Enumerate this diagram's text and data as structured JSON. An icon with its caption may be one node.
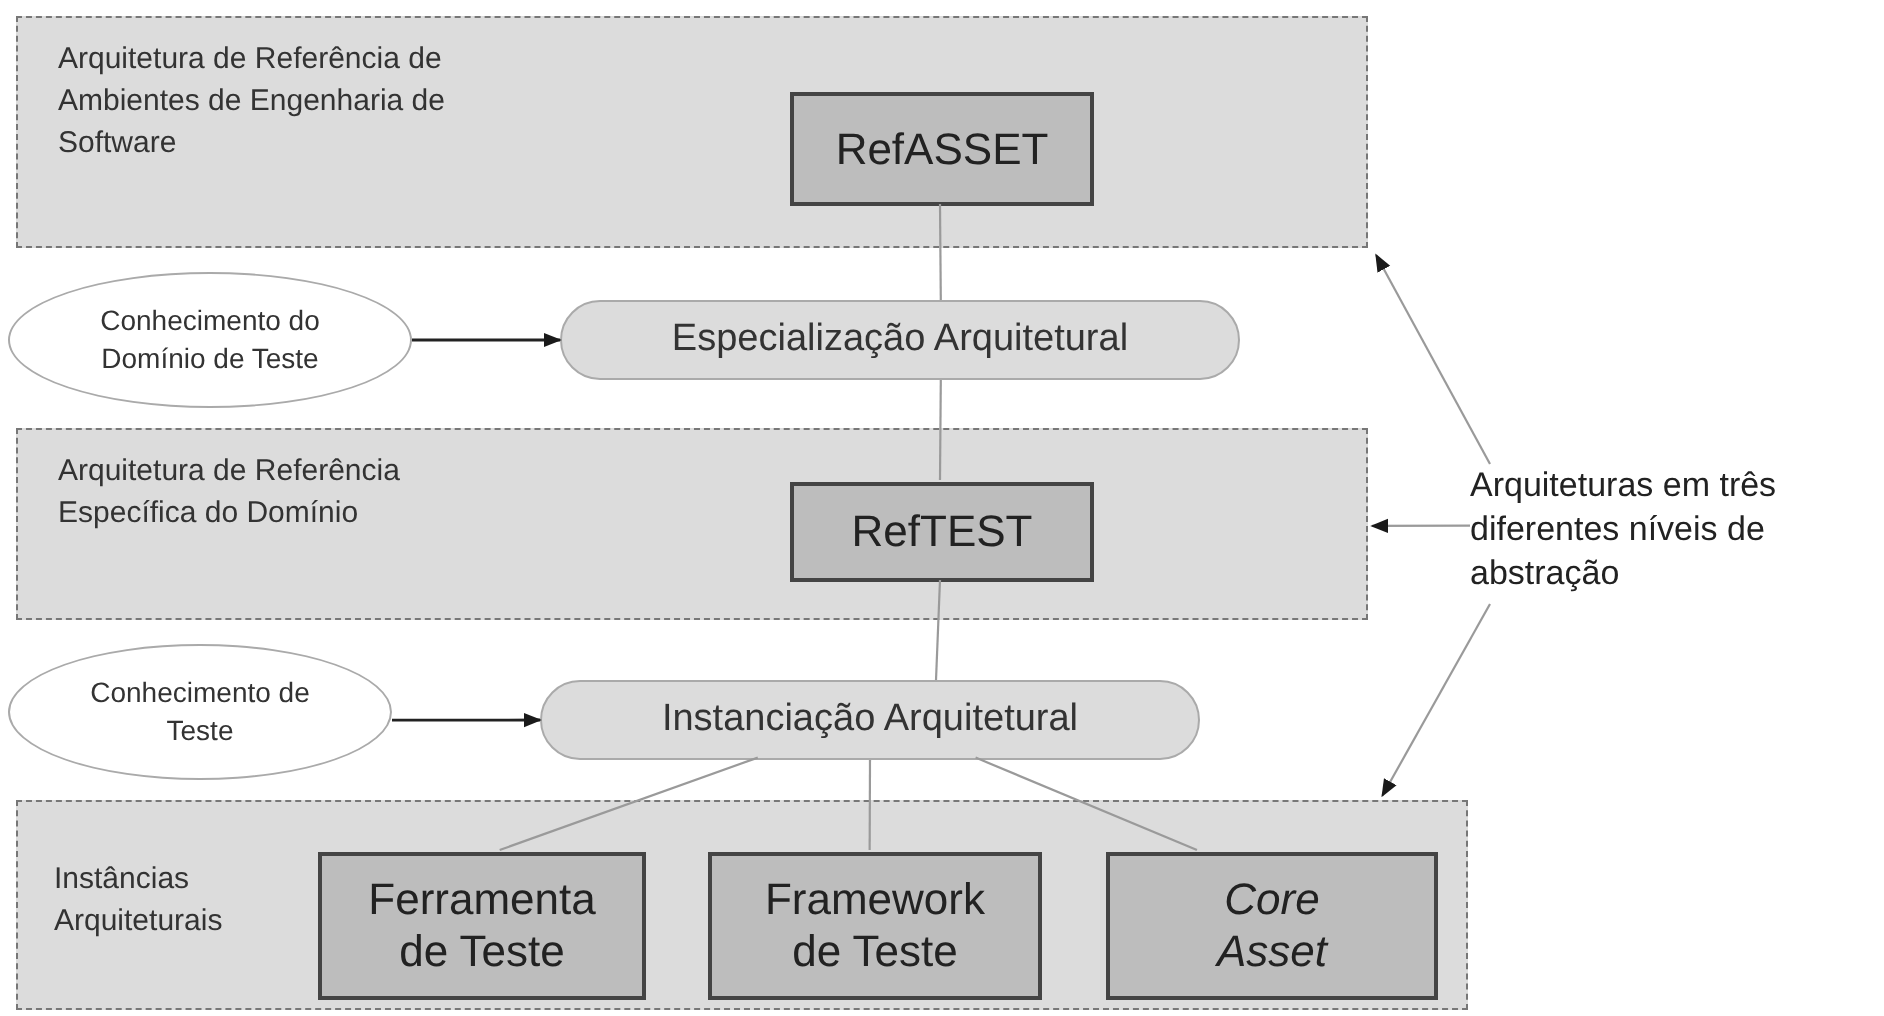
{
  "diagram": {
    "nodes": [
      {
        "text": [
          "Arquitetura de Referência de Ambientes de Engenharia de Software"
        ]
      },
      {
        "text": [
          "RefASSET"
        ],
        "in": 0
      },
      {
        "text": [
          "Conhecimento do Domínio de Teste"
        ]
      },
      {
        "text": [
          "Especialização Arquitetural"
        ]
      },
      {
        "text": [
          "Arquitetura de Referência Específica do Domínio"
        ]
      },
      {
        "text": [
          "RefTEST"
        ],
        "in": 4
      },
      {
        "text": [
          "Conhecimento de Teste"
        ]
      },
      {
        "text": [
          "Instanciação Arquitetural"
        ]
      },
      {
        "text": [
          "Instâncias Arquiteturais"
        ]
      },
      {
        "text": [
          "Ferramenta de Teste"
        ],
        "in": 8
      },
      {
        "text": [
          "Framework de Teste"
        ],
        "in": 8
      },
      {
        "text": [
          "Core Asset"
        ],
        "in": 8
      },
      {
        "text": [
          "Arquiteturas em três diferentes níveis de abstração"
        ]
      }
    ],
    "edges": [
      {
        "from": 1,
        "to": 3,
        "arrow": "none"
      },
      {
        "from": 3,
        "to": 5,
        "arrow": "none"
      },
      {
        "from": 2,
        "to": 3,
        "arrow": "to",
        "color": "#222222"
      },
      {
        "from": 5,
        "to": 7,
        "arrow": "none"
      },
      {
        "from": 6,
        "to": 7,
        "arrow": "to",
        "color": "#222222"
      },
      {
        "from": 7,
        "to": 9,
        "arrow": "none"
      },
      {
        "from": 7,
        "to": 10,
        "arrow": "none"
      },
      {
        "from": 7,
        "to": 11,
        "arrow": "none"
      },
      {
        "from": 12,
        "to": 0,
        "arrow": "to"
      },
      {
        "from": 12,
        "to": 4,
        "arrow": "to"
      },
      {
        "from": 12,
        "to": 8,
        "arrow": "to"
      }
    ]
  }
}
